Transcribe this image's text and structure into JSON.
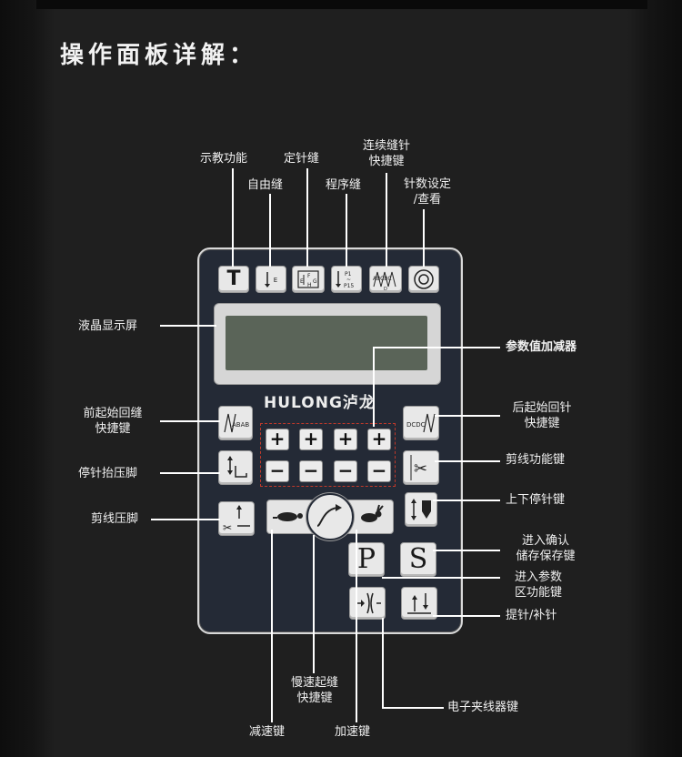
{
  "heading": "操作面板详解：",
  "brand": "HULONG泸龙",
  "labels": {
    "teach": "示教功能",
    "free_sew": "自由缝",
    "fixed_sew": "定针缝",
    "program_sew": "程序缝",
    "continuous_sew": "连续缝针\n快捷键",
    "stitch_count": "针数设定\n/查看",
    "lcd": "液晶显示屏",
    "param_adjust": "参数值加减器",
    "front_backtack": "前起始回缝\n快捷键",
    "rear_backtack": "后起始回针\n快捷键",
    "stop_lift": "停针抬压脚",
    "trim": "剪线功能键",
    "trim_foot": "剪线压脚",
    "up_down_stop": "上下停针键",
    "confirm_save": "进入确认\n储存保存键",
    "param_area": "进入参数\n区功能键",
    "needle_up_fill": "提针/补针",
    "slow_start": "慢速起缝\n快捷键",
    "clamp": "电子夹线器键",
    "slow_down": "减速键",
    "speed_up": "加速键"
  },
  "keys": {
    "t": "T",
    "p": "P",
    "s": "S",
    "plus": "+",
    "minus": "−",
    "free_glyph": "E",
    "fixed_glyph": "E F G H",
    "program_glyph": "P1 ~ P15",
    "continuous_glyph": "ABCBC D",
    "front_glyph": "ABAB",
    "rear_glyph": "DCDC"
  }
}
